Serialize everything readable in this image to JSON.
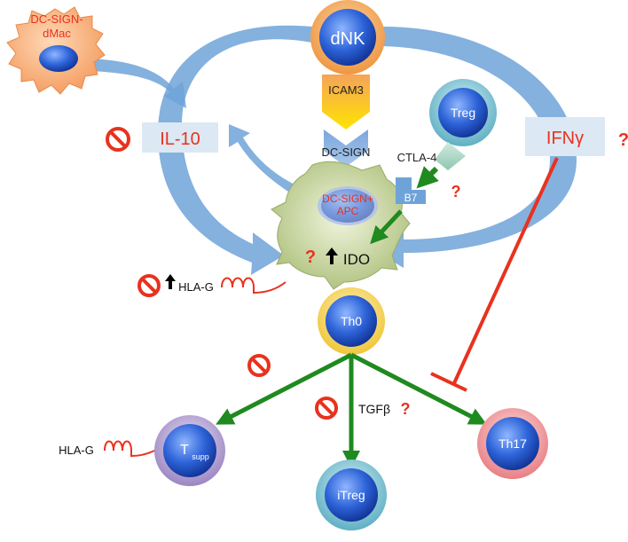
{
  "cells": {
    "dmac": "DC-SIGN-\ndMac",
    "dnk": "dNK",
    "treg": "Treg",
    "apc": "DC-SIGN+\nAPC",
    "th0": "Th0",
    "tsupp_main": "T",
    "tsupp_sub": "supp",
    "itreg": "iTreg",
    "th17": "Th17"
  },
  "labels": {
    "il10": "IL-10",
    "ifng": "IFNγ",
    "icam3": "ICAM3",
    "dcsign": "DC-SIGN",
    "ctla4": "CTLA-4",
    "b7": "B7",
    "ido": "IDO",
    "hlag_apc": "HLA-G",
    "hlag_tsupp": "HLA-G",
    "tgfb": "TGFβ",
    "question": "?"
  },
  "colors": {
    "curve_arrow": "#5b9bd5",
    "green_arrow": "#1f8a1f",
    "inhibit": "#e8321e",
    "red_text": "#e8321e",
    "box_bg": "#dce8f4",
    "dmac": "#f5a36a",
    "apc": "#b9c98a",
    "nucleus": "#2a5fd6"
  },
  "icons": [
    "no-entry-icon",
    "up-arrow-icon",
    "hla-g-coil-icon"
  ]
}
